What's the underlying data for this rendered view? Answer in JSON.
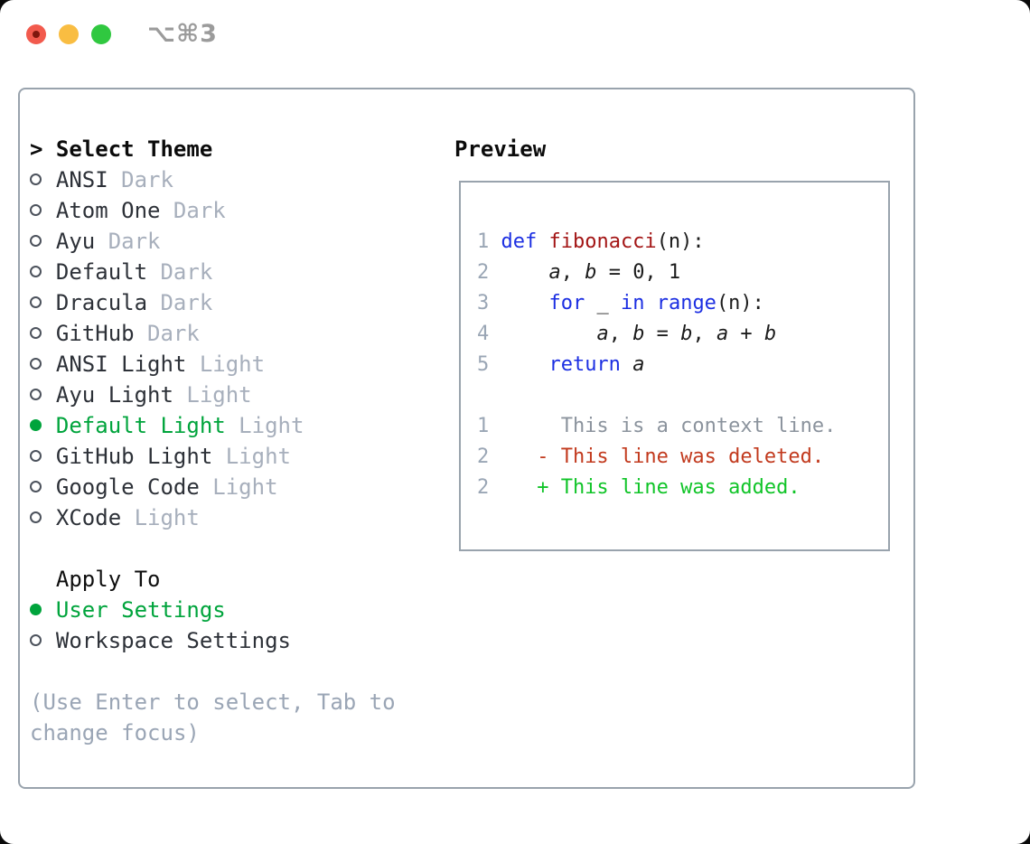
{
  "window": {
    "title": "⌥⌘3"
  },
  "theme_picker": {
    "prompt": ">",
    "title": "Select Theme",
    "items": [
      {
        "label": "ANSI",
        "tag": "Dark",
        "selected": false
      },
      {
        "label": "Atom One",
        "tag": "Dark",
        "selected": false
      },
      {
        "label": "Ayu",
        "tag": "Dark",
        "selected": false
      },
      {
        "label": "Default",
        "tag": "Dark",
        "selected": false
      },
      {
        "label": "Dracula",
        "tag": "Dark",
        "selected": false
      },
      {
        "label": "GitHub",
        "tag": "Dark",
        "selected": false
      },
      {
        "label": "ANSI Light",
        "tag": "Light",
        "selected": false
      },
      {
        "label": "Ayu Light",
        "tag": "Light",
        "selected": false
      },
      {
        "label": "Default Light",
        "tag": "Light",
        "selected": true
      },
      {
        "label": "GitHub Light",
        "tag": "Light",
        "selected": false
      },
      {
        "label": "Google Code",
        "tag": "Light",
        "selected": false
      },
      {
        "label": "XCode",
        "tag": "Light",
        "selected": false
      }
    ]
  },
  "apply_to": {
    "title": "Apply To",
    "options": [
      {
        "label": "User Settings",
        "selected": true
      },
      {
        "label": "Workspace Settings",
        "selected": false
      }
    ]
  },
  "help_text": "(Use Enter to select, Tab to change focus)",
  "preview": {
    "title": "Preview",
    "lines": [
      {
        "num": "1",
        "segments": [
          {
            "t": "def",
            "s": "kw"
          },
          {
            "t": " ",
            "s": "pl"
          },
          {
            "t": "fibonacci",
            "s": "fn"
          },
          {
            "t": "(n):",
            "s": "pl"
          }
        ]
      },
      {
        "num": "2",
        "segments": [
          {
            "t": "    ",
            "s": "pl"
          },
          {
            "t": "a",
            "s": "var"
          },
          {
            "t": ", ",
            "s": "pl"
          },
          {
            "t": "b",
            "s": "var"
          },
          {
            "t": " = 0, 1",
            "s": "pl"
          }
        ]
      },
      {
        "num": "3",
        "segments": [
          {
            "t": "    ",
            "s": "pl"
          },
          {
            "t": "for",
            "s": "kw"
          },
          {
            "t": " _ ",
            "s": "pl"
          },
          {
            "t": "in",
            "s": "kw"
          },
          {
            "t": " ",
            "s": "pl"
          },
          {
            "t": "range",
            "s": "kw"
          },
          {
            "t": "(n):",
            "s": "pl"
          }
        ]
      },
      {
        "num": "4",
        "segments": [
          {
            "t": "        ",
            "s": "pl"
          },
          {
            "t": "a",
            "s": "var"
          },
          {
            "t": ", ",
            "s": "pl"
          },
          {
            "t": "b",
            "s": "var"
          },
          {
            "t": " = ",
            "s": "pl"
          },
          {
            "t": "b",
            "s": "var"
          },
          {
            "t": ", ",
            "s": "pl"
          },
          {
            "t": "a",
            "s": "var"
          },
          {
            "t": " + ",
            "s": "pl"
          },
          {
            "t": "b",
            "s": "var"
          }
        ]
      },
      {
        "num": "5",
        "segments": [
          {
            "t": "    ",
            "s": "pl"
          },
          {
            "t": "return",
            "s": "kw"
          },
          {
            "t": " ",
            "s": "pl"
          },
          {
            "t": "a",
            "s": "var"
          }
        ]
      },
      {
        "num": "",
        "segments": []
      },
      {
        "num": "1",
        "segments": [
          {
            "t": "     This is a context line.",
            "s": "ctx"
          }
        ]
      },
      {
        "num": "2",
        "segments": [
          {
            "t": "   - This line was deleted.",
            "s": "del"
          }
        ]
      },
      {
        "num": "2",
        "segments": [
          {
            "t": "   + This line was added.",
            "s": "add"
          }
        ]
      }
    ]
  },
  "colors": {
    "accent_green": "#00a43c",
    "keyword_blue": "#1c2fe2",
    "function_red": "#a31515",
    "diff_deleted_red": "#c23a1e",
    "diff_added_green": "#10c428",
    "context_gray": "#8b939d",
    "line_number_gray": "#9aa6b5",
    "tag_gray": "#a7afbc",
    "help_gray": "#9aa5b5",
    "item_text": "#2d3138",
    "panel_border_gray": "#99a3ad",
    "title_gray": "#9b9b9b"
  }
}
